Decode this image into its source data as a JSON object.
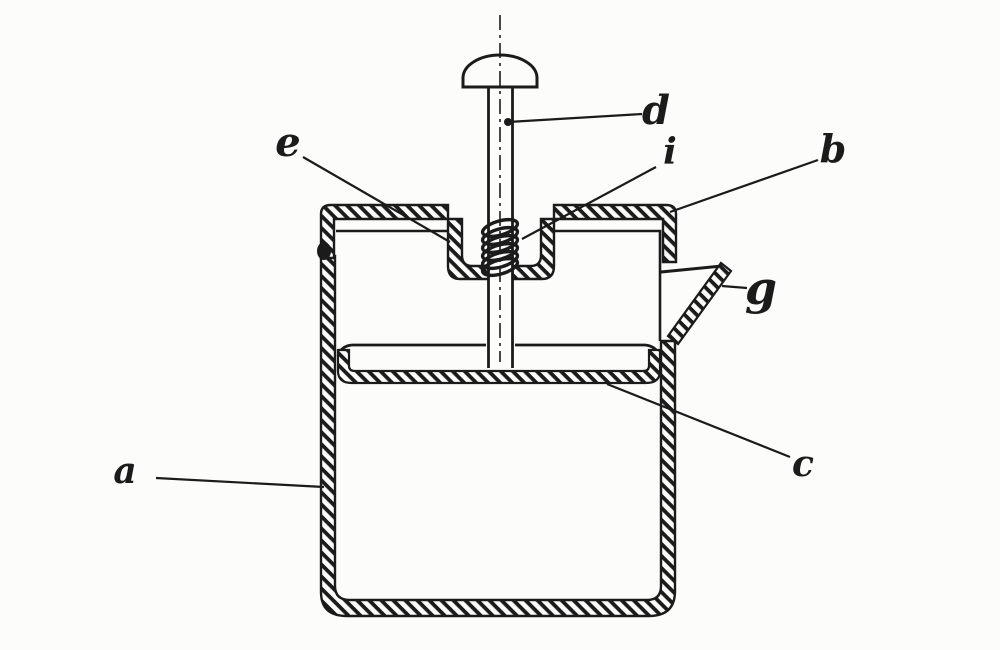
{
  "figure": {
    "type": "patent-line-drawing",
    "background_color": "#fcfcfb",
    "ink_color": "#1b1b1b",
    "labels": {
      "a": "a",
      "b": "b",
      "c": "c",
      "d": "d",
      "e": "e",
      "g": "g",
      "i": "i"
    }
  }
}
